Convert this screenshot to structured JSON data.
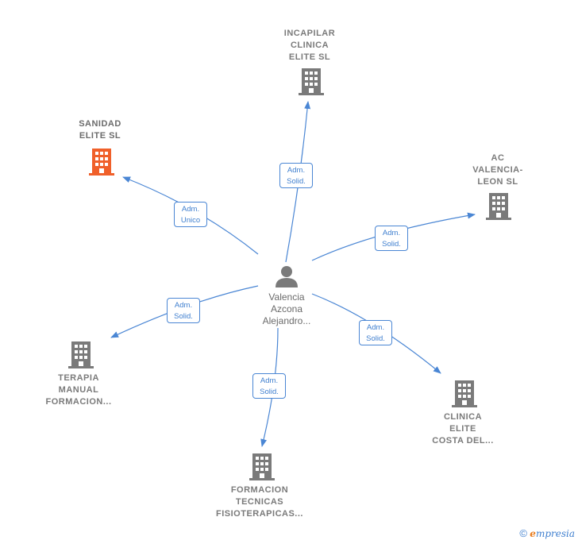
{
  "center": {
    "name": "Valencia\nAzcona\nAlejandro..."
  },
  "companies": [
    {
      "id": "incapilar",
      "name": "INCAPILAR\nCLINICA\nELITE  SL",
      "highlight": false
    },
    {
      "id": "sanidad",
      "name": "SANIDAD\nELITE  SL",
      "highlight": true
    },
    {
      "id": "ac",
      "name": "AC\nVALENCIA-\nLEON  SL",
      "highlight": false
    },
    {
      "id": "terapia",
      "name": "TERAPIA\nMANUAL\nFORMACION...",
      "highlight": false
    },
    {
      "id": "formacion",
      "name": "FORMACION\nTECNICAS\nFISIOTERAPICAS...",
      "highlight": false
    },
    {
      "id": "clinica",
      "name": "CLINICA\nELITE\nCOSTA DEL...",
      "highlight": false
    }
  ],
  "relations": [
    {
      "id": "incapilar",
      "label": "Adm.\nSolid."
    },
    {
      "id": "sanidad",
      "label": "Adm.\nUnico"
    },
    {
      "id": "ac",
      "label": "Adm.\nSolid."
    },
    {
      "id": "terapia",
      "label": "Adm.\nSolid."
    },
    {
      "id": "formacion",
      "label": "Adm.\nSolid."
    },
    {
      "id": "clinica",
      "label": "Adm.\nSolid."
    }
  ],
  "colors": {
    "line": "#4a86d4",
    "building": "#7a7a7a",
    "building_highlight": "#f0602a",
    "person": "#7a7a7a"
  },
  "footer": {
    "copyright": "©",
    "brand_e": "e",
    "brand_rest": "mpresia"
  }
}
